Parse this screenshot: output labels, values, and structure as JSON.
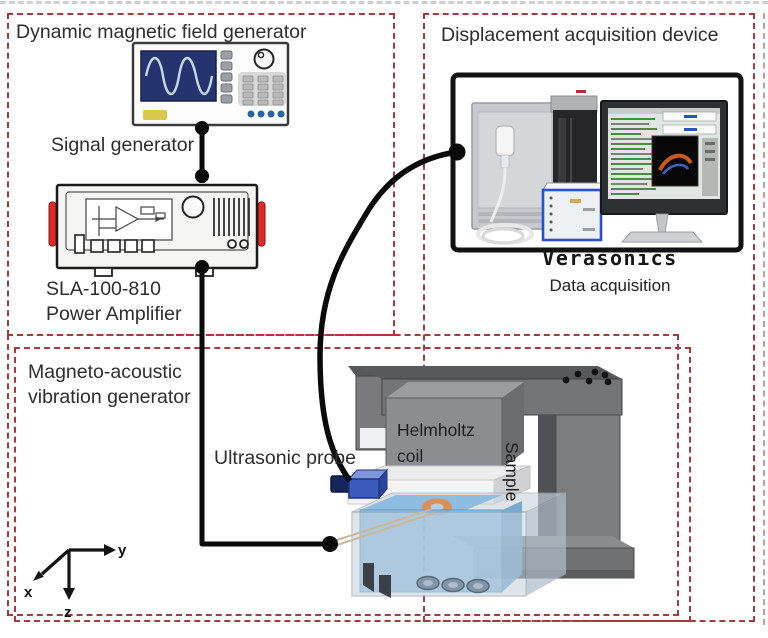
{
  "titles": {
    "dynamic": "Dynamic magnetic field generator",
    "displacement": "Displacement acquisition device",
    "magneto_line1": "Magneto-acoustic",
    "magneto_line2": "vibration generator"
  },
  "labels": {
    "signal_generator": "Signal generator",
    "amplifier_model": "SLA-100-810",
    "amplifier_name": "Power Amplifier",
    "verasonics_brand": "Verasonics",
    "data_acquisition": "Data acquisition",
    "ultrasonic_probe": "Ultrasonic probe",
    "helmholtz_line1": "Helmholtz",
    "helmholtz_line2": "coil",
    "sample": "Sample"
  },
  "axes": {
    "x": "x",
    "y": "y",
    "z": "z"
  },
  "colors": {
    "dashed_border": "#a8393f",
    "cable_black": "#0a0a0a",
    "screen_navy": "#25346e",
    "handle_red": "#e02828",
    "tank_blue": "#8cbde4",
    "probe_blue": "#3c5cbd",
    "sample_ring_orange": "#dd8f58",
    "yoke_gray": "#737577"
  }
}
